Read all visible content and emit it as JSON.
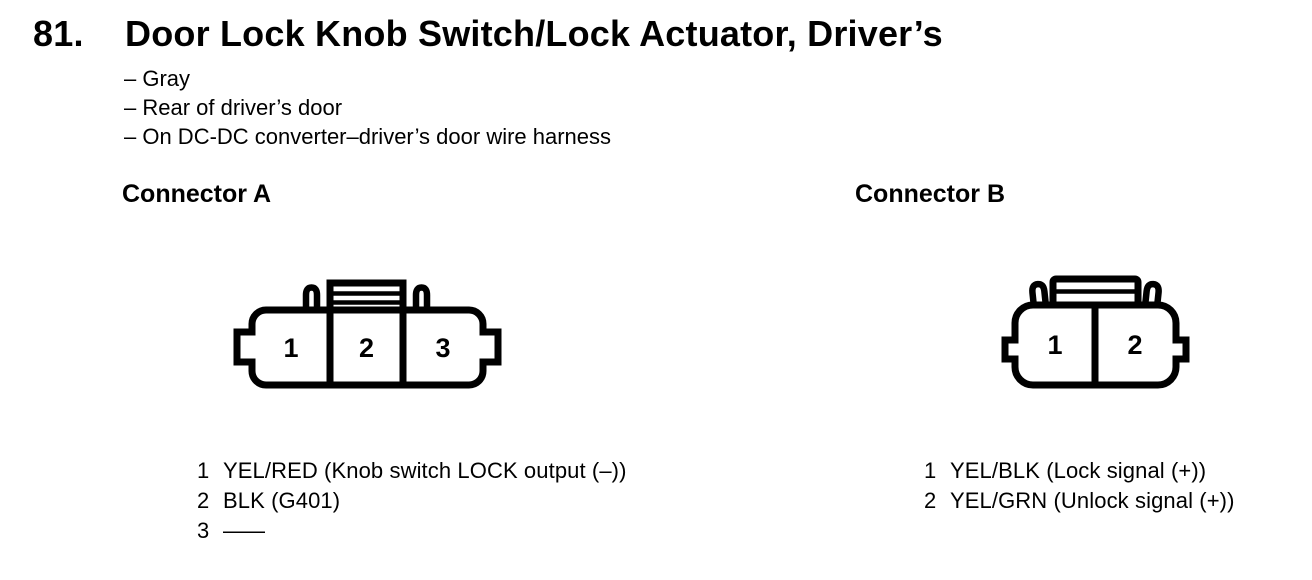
{
  "page": {
    "item_number": "81.",
    "title": "Door Lock Knob Switch/Lock Actuator, Driver’s",
    "notes": [
      "– Gray",
      "– Rear of driver’s door",
      "– On DC-DC converter–driver’s door wire harness"
    ]
  },
  "connector_a": {
    "heading": "Connector A",
    "cavity_numbers": [
      "1",
      "2",
      "3"
    ],
    "pins": [
      {
        "num": "1",
        "desc": "YEL/RED (Knob switch LOCK output (–))"
      },
      {
        "num": "2",
        "desc": "BLK (G401)"
      },
      {
        "num": "3",
        "desc": "——"
      }
    ]
  },
  "connector_b": {
    "heading": "Connector B",
    "cavity_numbers": [
      "1",
      "2"
    ],
    "pins": [
      {
        "num": "1",
        "desc": "YEL/BLK (Lock signal (+))"
      },
      {
        "num": "2",
        "desc": "YEL/GRN (Unlock signal (+))"
      }
    ]
  },
  "colors": {
    "ink": "#000000",
    "background": "#ffffff"
  }
}
